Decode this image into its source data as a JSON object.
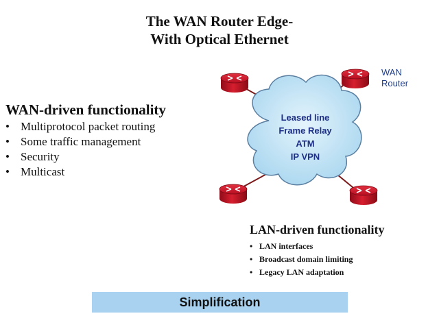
{
  "title": {
    "line1": "The WAN Router Edge-",
    "line2": "With Optical Ethernet"
  },
  "wan_functionality": {
    "heading": "WAN-driven functionality",
    "items": [
      "Multiprotocol packet routing",
      "Some traffic management",
      "Security",
      "Multicast"
    ]
  },
  "cloud": {
    "services": [
      "Leased line",
      "Frame Relay",
      "ATM",
      "IP VPN"
    ]
  },
  "wan_router_label": {
    "line1": "WAN",
    "line2": "Router"
  },
  "lan_functionality": {
    "heading": "LAN-driven functionality",
    "items": [
      "LAN interfaces",
      "Broadcast domain limiting",
      "Legacy LAN adaptation"
    ]
  },
  "banner": {
    "label": "Simplification"
  },
  "colors": {
    "router_red": "#c8102e",
    "router_dark": "#7a0a14",
    "cloud_fill": "#bfe3f6",
    "cloud_stroke": "#5a7fa0",
    "link_line": "#7a1a1a",
    "banner_fill": "#a8d2f0",
    "cloud_text": "#1d2f86"
  },
  "icons": {
    "router": "router-icon",
    "cloud": "network-cloud-icon"
  }
}
